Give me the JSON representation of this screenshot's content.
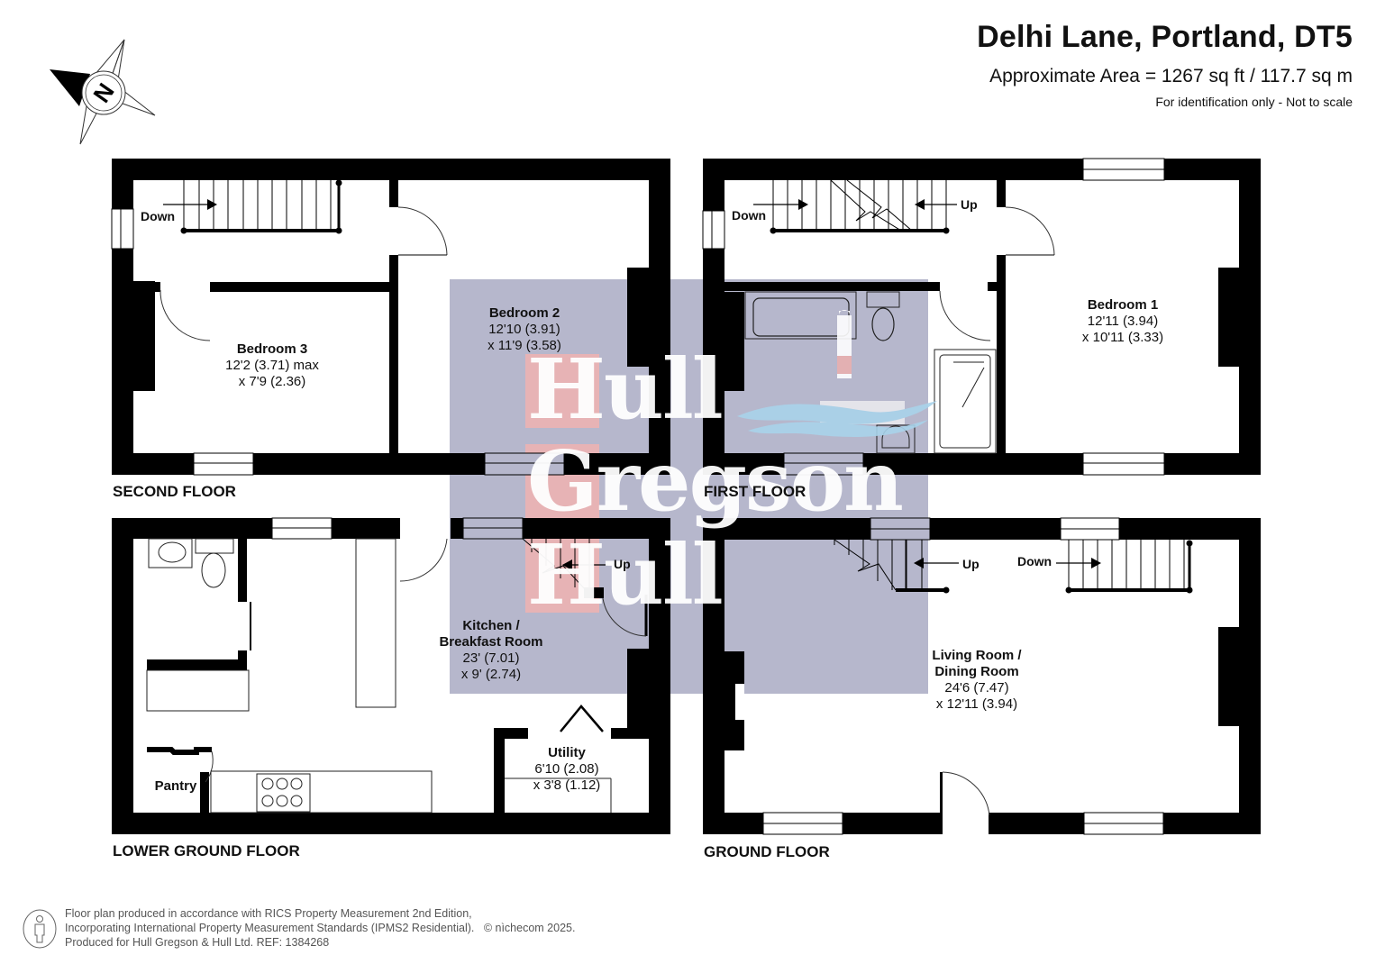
{
  "header": {
    "title": "Delhi Lane, Portland, DT5",
    "area": "Approximate Area = 1267 sq ft / 117.7 sq m",
    "note": "For identification only - Not to scale"
  },
  "compass": {
    "icon": "north-compass-icon",
    "letter": "N"
  },
  "watermark": {
    "lines": [
      "Hull",
      "Gregson",
      "Hull"
    ],
    "box_color": "#b5b6cb",
    "accent_color": "#e8b0b0"
  },
  "floors": {
    "second": {
      "label": "SECOND FLOOR",
      "stairs": [
        {
          "text": "Down"
        }
      ],
      "rooms": [
        {
          "name": "Bedroom 3",
          "dim1": "12'2 (3.71) max",
          "dim2": "x 7'9 (2.36)"
        },
        {
          "name": "Bedroom 2",
          "dim1": "12'10 (3.91)",
          "dim2": "x 11'9 (3.58)"
        }
      ]
    },
    "first": {
      "label": "FIRST FLOOR",
      "stairs": [
        {
          "text": "Down"
        },
        {
          "text": "Up"
        }
      ],
      "rooms": [
        {
          "name": "Bedroom 1",
          "dim1": "12'11 (3.94)",
          "dim2": "x 10'11 (3.33)"
        }
      ]
    },
    "lower_ground": {
      "label": "LOWER GROUND FLOOR",
      "stairs": [
        {
          "text": "Up"
        }
      ],
      "rooms": [
        {
          "name": "Kitchen /",
          "name2": "Breakfast Room",
          "dim1": "23' (7.01)",
          "dim2": "x 9' (2.74)"
        },
        {
          "name": "Utility",
          "dim1": "6'10 (2.08)",
          "dim2": "x 3'8 (1.12)"
        },
        {
          "name": "Pantry"
        }
      ]
    },
    "ground": {
      "label": "GROUND FLOOR",
      "stairs": [
        {
          "text": "Up"
        },
        {
          "text": "Down"
        }
      ],
      "rooms": [
        {
          "name": "Living Room /",
          "name2": "Dining Room",
          "dim1": "24'6 (7.47)",
          "dim2": "x 12'11 (3.94)"
        }
      ]
    }
  },
  "footer": {
    "line1": "Floor plan produced in accordance with RICS Property Measurement 2nd Edition,",
    "line2": "Incorporating International Property Measurement Standards (IPMS2 Residential).",
    "copyright": "© nìchecom 2025.",
    "line3": "Produced for Hull Gregson & Hull Ltd.   REF: 1384268"
  }
}
